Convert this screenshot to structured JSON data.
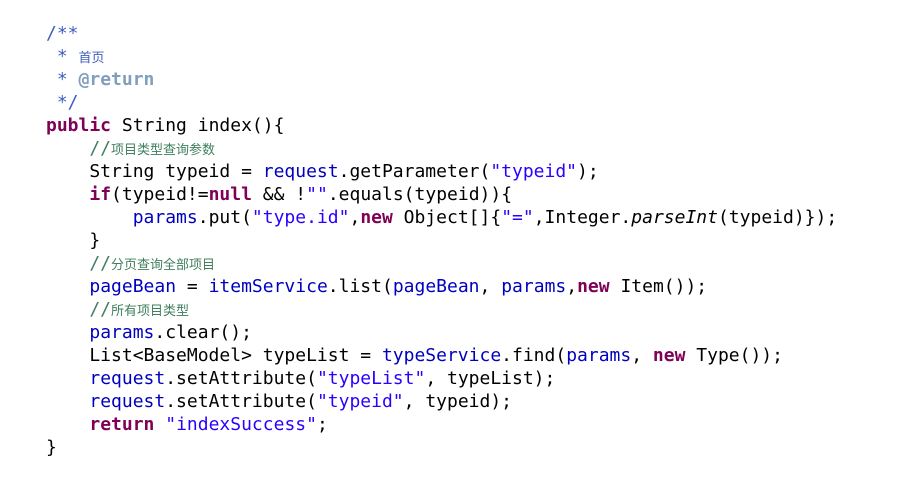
{
  "lines": [
    [
      {
        "t": "/**",
        "c": "doc"
      }
    ],
    [
      {
        "t": " * ",
        "c": "doc"
      },
      {
        "t": "首页",
        "c": "doc",
        "cjk": true
      }
    ],
    [
      {
        "t": " * ",
        "c": "doc"
      },
      {
        "t": "@return",
        "c": "tag"
      }
    ],
    [
      {
        "t": " */",
        "c": "doc"
      }
    ],
    [
      {
        "t": "public",
        "c": "kw"
      },
      {
        "t": " String index(){",
        "c": "plain"
      }
    ],
    [
      {
        "t": "    //",
        "c": "comment"
      },
      {
        "t": "项目类型查询参数",
        "c": "comment",
        "cjk": true
      }
    ],
    [
      {
        "t": "    String typeid = ",
        "c": "plain"
      },
      {
        "t": "request",
        "c": "field"
      },
      {
        "t": ".getParameter(",
        "c": "plain"
      },
      {
        "t": "\"typeid\"",
        "c": "str"
      },
      {
        "t": ");",
        "c": "plain"
      }
    ],
    [
      {
        "t": "    ",
        "c": "plain"
      },
      {
        "t": "if",
        "c": "kw"
      },
      {
        "t": "(typeid!=",
        "c": "plain"
      },
      {
        "t": "null",
        "c": "kw"
      },
      {
        "t": " && !",
        "c": "plain"
      },
      {
        "t": "\"\"",
        "c": "str"
      },
      {
        "t": ".equals(typeid)){",
        "c": "plain"
      }
    ],
    [
      {
        "t": "        ",
        "c": "plain"
      },
      {
        "t": "params",
        "c": "field"
      },
      {
        "t": ".put(",
        "c": "plain"
      },
      {
        "t": "\"type.id\"",
        "c": "str"
      },
      {
        "t": ",",
        "c": "plain"
      },
      {
        "t": "new",
        "c": "kw"
      },
      {
        "t": " Object[]{",
        "c": "plain"
      },
      {
        "t": "\"=\"",
        "c": "str"
      },
      {
        "t": ",Integer.",
        "c": "plain"
      },
      {
        "t": "parseInt",
        "c": "plain",
        "i": true
      },
      {
        "t": "(typeid)});",
        "c": "plain"
      }
    ],
    [
      {
        "t": "    }",
        "c": "plain"
      }
    ],
    [
      {
        "t": "    //",
        "c": "comment"
      },
      {
        "t": "分页查询全部项目",
        "c": "comment",
        "cjk": true
      }
    ],
    [
      {
        "t": "    ",
        "c": "plain"
      },
      {
        "t": "pageBean",
        "c": "field"
      },
      {
        "t": " = ",
        "c": "plain"
      },
      {
        "t": "itemService",
        "c": "field"
      },
      {
        "t": ".list(",
        "c": "plain"
      },
      {
        "t": "pageBean",
        "c": "field"
      },
      {
        "t": ", ",
        "c": "plain"
      },
      {
        "t": "params",
        "c": "field"
      },
      {
        "t": ",",
        "c": "plain"
      },
      {
        "t": "new",
        "c": "kw"
      },
      {
        "t": " Item());",
        "c": "plain"
      }
    ],
    [
      {
        "t": "    //",
        "c": "comment"
      },
      {
        "t": "所有项目类型",
        "c": "comment",
        "cjk": true
      }
    ],
    [
      {
        "t": "    ",
        "c": "plain"
      },
      {
        "t": "params",
        "c": "field"
      },
      {
        "t": ".clear();",
        "c": "plain"
      }
    ],
    [
      {
        "t": "    List<BaseModel> typeList = ",
        "c": "plain"
      },
      {
        "t": "typeService",
        "c": "field"
      },
      {
        "t": ".find(",
        "c": "plain"
      },
      {
        "t": "params",
        "c": "field"
      },
      {
        "t": ", ",
        "c": "plain"
      },
      {
        "t": "new",
        "c": "kw"
      },
      {
        "t": " Type());",
        "c": "plain"
      }
    ],
    [
      {
        "t": "    ",
        "c": "plain"
      },
      {
        "t": "request",
        "c": "field"
      },
      {
        "t": ".setAttribute(",
        "c": "plain"
      },
      {
        "t": "\"typeList\"",
        "c": "str"
      },
      {
        "t": ", typeList);",
        "c": "plain"
      }
    ],
    [
      {
        "t": "    ",
        "c": "plain"
      },
      {
        "t": "request",
        "c": "field"
      },
      {
        "t": ".setAttribute(",
        "c": "plain"
      },
      {
        "t": "\"typeid\"",
        "c": "str"
      },
      {
        "t": ", typeid);",
        "c": "plain"
      }
    ],
    [
      {
        "t": "    ",
        "c": "plain"
      },
      {
        "t": "return",
        "c": "kw"
      },
      {
        "t": " ",
        "c": "plain"
      },
      {
        "t": "\"indexSuccess\"",
        "c": "str"
      },
      {
        "t": ";",
        "c": "plain"
      }
    ],
    [
      {
        "t": "}",
        "c": "plain"
      }
    ]
  ],
  "colors": {
    "doc": "#3f5fbf",
    "tag": "#7f9fbf",
    "comment": "#3f7f5f",
    "keyword": "#7f0055",
    "field": "#0000c0",
    "string": "#2a00ff",
    "plain": "#000000",
    "background": "#ffffff"
  }
}
